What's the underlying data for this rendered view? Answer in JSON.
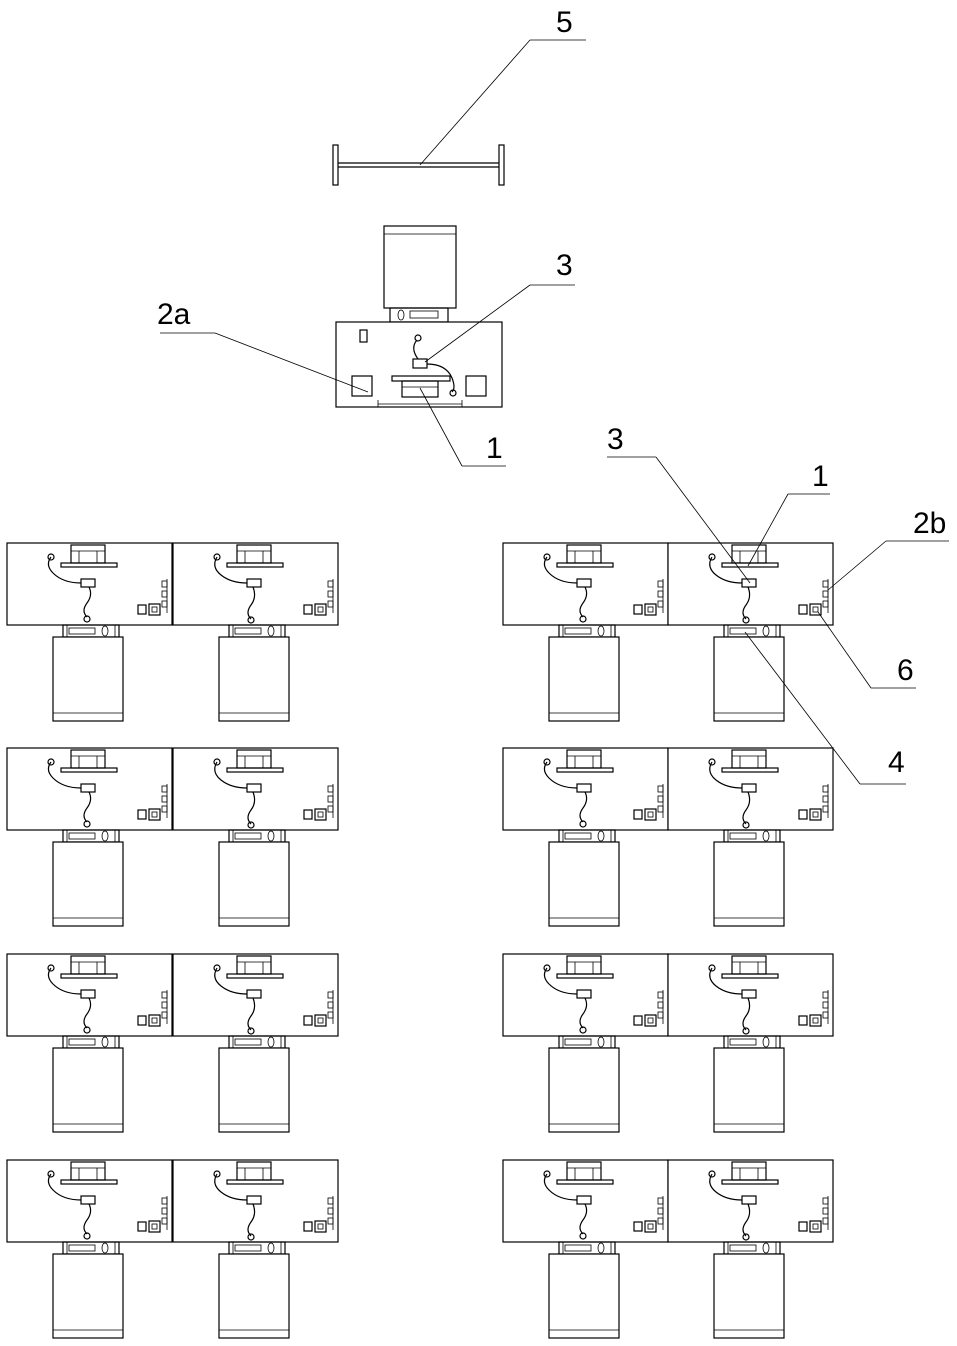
{
  "labels": {
    "five": "5",
    "three_top": "3",
    "two_a": "2a",
    "one_top": "1",
    "three_right": "3",
    "one_right": "1",
    "two_b": "2b",
    "six": "6",
    "four": "4"
  }
}
